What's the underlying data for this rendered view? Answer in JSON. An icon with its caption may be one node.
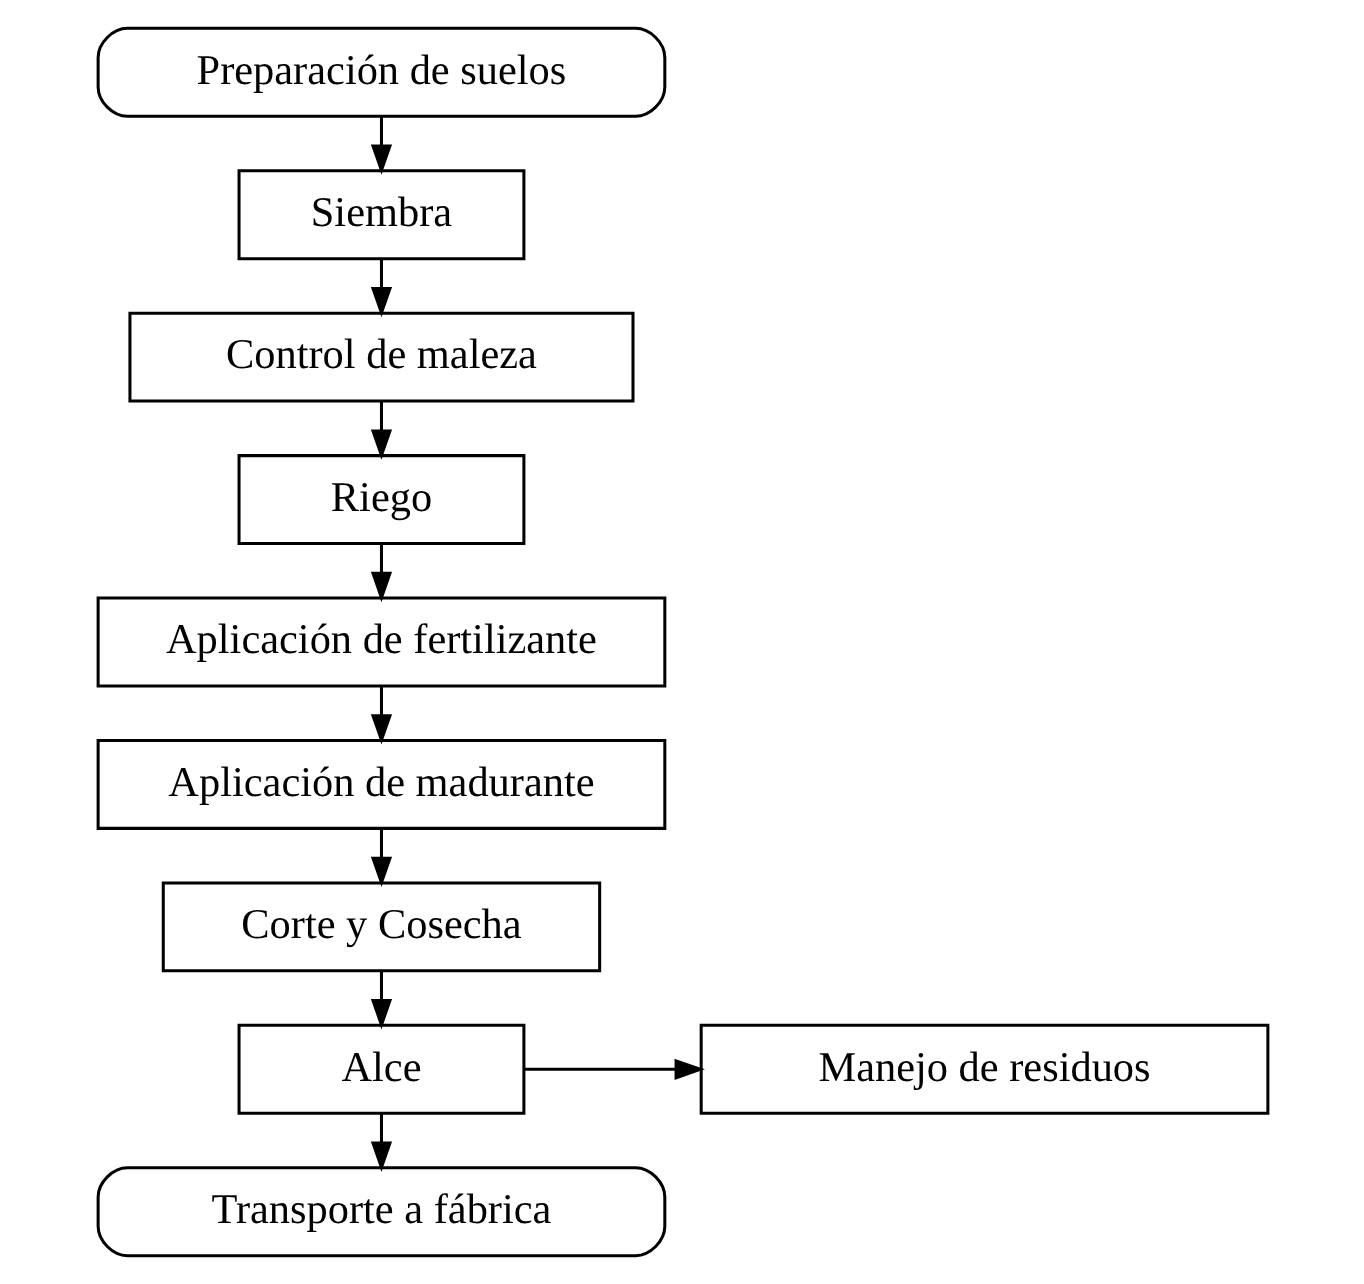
{
  "diagram": {
    "nodes": [
      {
        "text": [
          "Preparación de suelos"
        ]
      },
      {
        "text": [
          "Siembra"
        ]
      },
      {
        "text": [
          "Control de maleza"
        ]
      },
      {
        "text": [
          "Riego"
        ]
      },
      {
        "text": [
          "Aplicación de fertilizante"
        ]
      },
      {
        "text": [
          "Aplicación de madurante"
        ]
      },
      {
        "text": [
          "Corte y Cosecha"
        ]
      },
      {
        "text": [
          "Alce"
        ]
      },
      {
        "text": [
          "Manejo de residuos"
        ]
      },
      {
        "text": [
          "Transporte a fábrica"
        ]
      }
    ],
    "edges": [
      {
        "from": 0,
        "to": 1,
        "arrow": "to"
      },
      {
        "from": 1,
        "to": 2,
        "arrow": "to"
      },
      {
        "from": 2,
        "to": 3,
        "arrow": "to"
      },
      {
        "from": 3,
        "to": 4,
        "arrow": "to"
      },
      {
        "from": 4,
        "to": 5,
        "arrow": "to"
      },
      {
        "from": 5,
        "to": 6,
        "arrow": "to"
      },
      {
        "from": 6,
        "to": 7,
        "arrow": "to"
      },
      {
        "from": 7,
        "to": 8,
        "arrow": "to"
      },
      {
        "from": 7,
        "to": 9,
        "arrow": "to"
      }
    ]
  }
}
